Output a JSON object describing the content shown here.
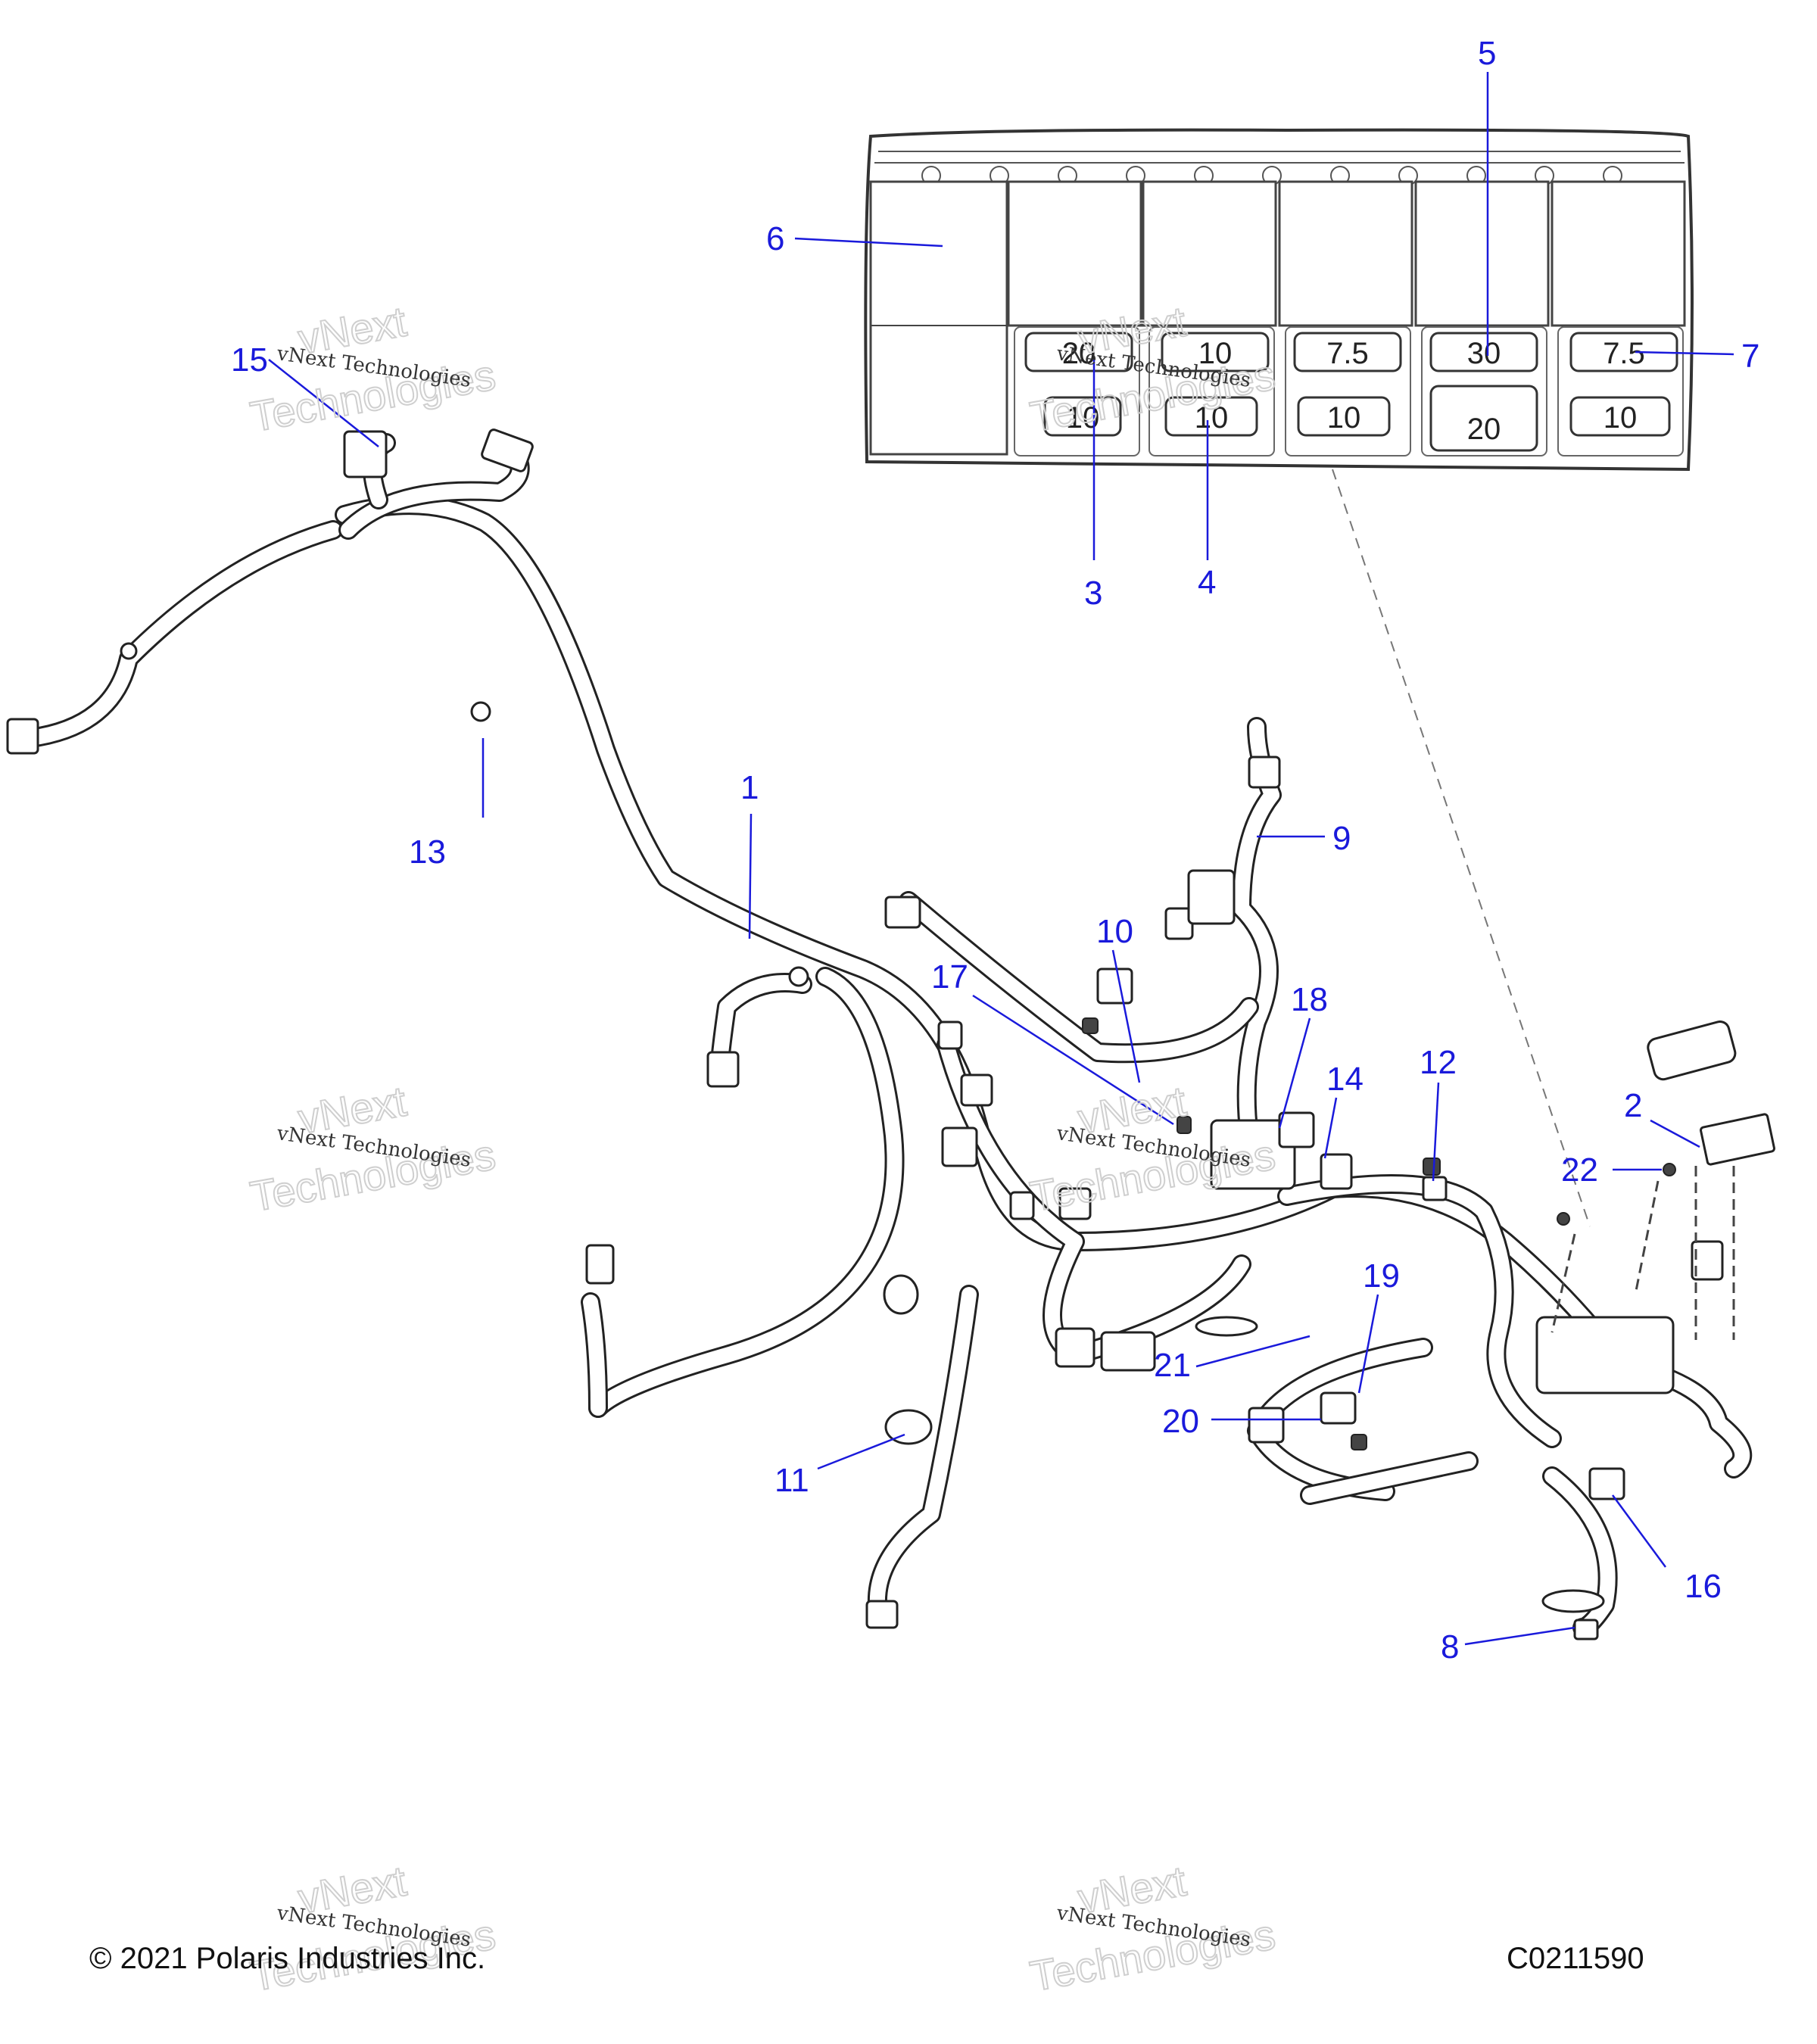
{
  "fuse_box": {
    "fuses_top": [
      "20",
      "10",
      "7.5",
      "30",
      "7.5"
    ],
    "fuses_bottom": [
      "10",
      "10",
      "10",
      "20",
      "10"
    ]
  },
  "callouts": [
    "1",
    "2",
    "3",
    "4",
    "5",
    "6",
    "7",
    "8",
    "9",
    "10",
    "11",
    "12",
    "13",
    "14",
    "15",
    "16",
    "17",
    "18",
    "19",
    "20",
    "21",
    "22"
  ],
  "watermark": {
    "line1": "vNext Technologies",
    "big1": "vNext",
    "big2": "Technologies"
  },
  "footer": {
    "copyright": "© 2021 Polaris Industries Inc.",
    "code": "C0211590"
  }
}
